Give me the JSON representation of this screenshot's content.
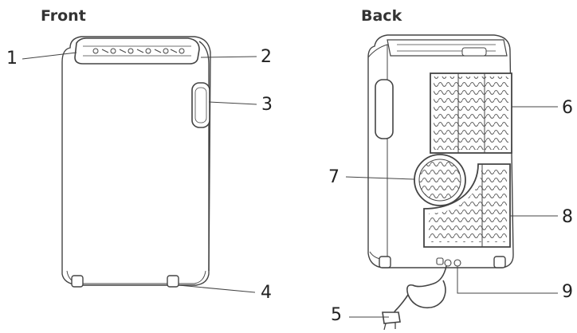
{
  "front_view": {
    "title": "Front",
    "callouts": [
      {
        "number": "1",
        "part": "control-panel"
      },
      {
        "number": "2",
        "part": "top-air-outlet"
      },
      {
        "number": "3",
        "part": "carry-handle"
      },
      {
        "number": "4",
        "part": "caster-wheel"
      }
    ]
  },
  "back_view": {
    "title": "Back",
    "callouts": [
      {
        "number": "5",
        "part": "power-cord-plug"
      },
      {
        "number": "6",
        "part": "upper-air-inlet-grille"
      },
      {
        "number": "7",
        "part": "exhaust-outlet"
      },
      {
        "number": "8",
        "part": "lower-air-inlet-grille"
      },
      {
        "number": "9",
        "part": "drain-outlet"
      }
    ]
  },
  "colors": {
    "line": "#444444",
    "body": "#ffffff",
    "grille": "#666666"
  }
}
